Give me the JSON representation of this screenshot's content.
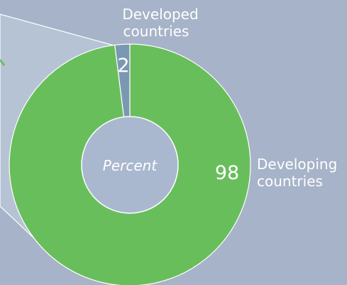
{
  "chart_data": {
    "type": "pie",
    "variant": "donut",
    "center_label": "Percent",
    "categories": [
      "Developed countries",
      "Developing countries"
    ],
    "category_labels": [
      [
        "Developed",
        "countries"
      ],
      [
        "Developing",
        "countries"
      ]
    ],
    "values": [
      2,
      98
    ],
    "value_labels": [
      "2",
      "98"
    ],
    "colors": [
      "#7b98b2",
      "#69be5c"
    ],
    "background": "#a6b3c8",
    "hole_color": "#a9b8cf",
    "callout_color": "#c2d0e0"
  }
}
